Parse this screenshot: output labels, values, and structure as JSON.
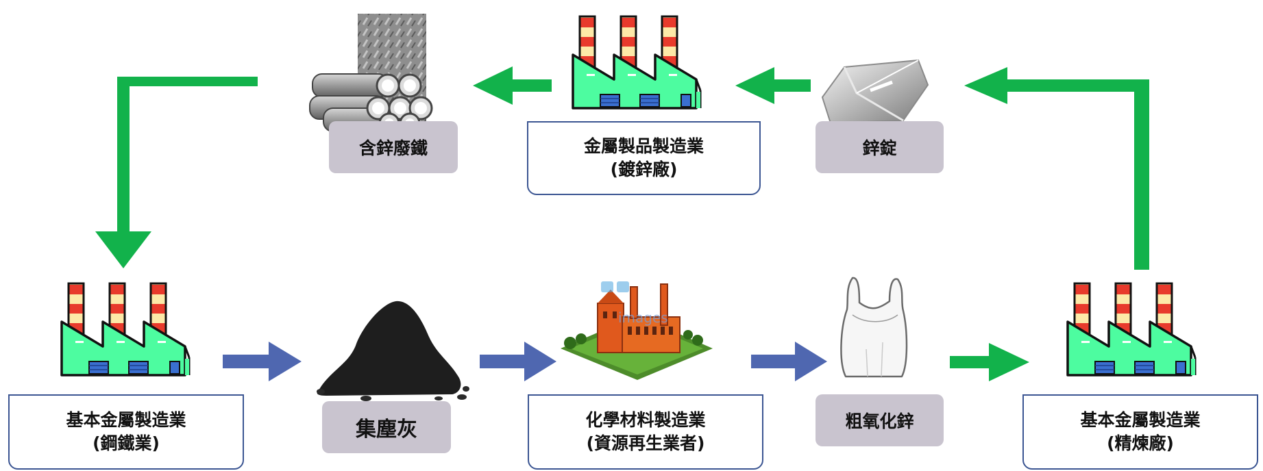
{
  "nodes": {
    "steel_plant": {
      "line1": "基本金屬製造業",
      "line2": "(鋼鐵業)"
    },
    "dust": {
      "label": "集塵灰"
    },
    "chem_plant": {
      "line1": "化學材料製造業",
      "line2": "(資源再生業者)"
    },
    "crude_zno": {
      "label": "粗氧化鋅"
    },
    "refinery": {
      "line1": "基本金屬製造業",
      "line2": "(精煉廠)"
    },
    "zinc_ingot": {
      "label": "鋅錠"
    },
    "galv_plant": {
      "line1": "金屬製品製造業",
      "line2": "(鍍鋅廠)"
    },
    "scrap": {
      "label": "含鋅廢鐵"
    }
  },
  "watermark": "images",
  "colors": {
    "green_arrow": "#12b24b",
    "blue_arrow": "#4f67b0",
    "label_bg": "#c9c4cf",
    "box_border": "#3b5592",
    "factory_body": "#4dfca0",
    "stack_red": "#e83a2c",
    "stack_cream": "#fde9a8"
  }
}
